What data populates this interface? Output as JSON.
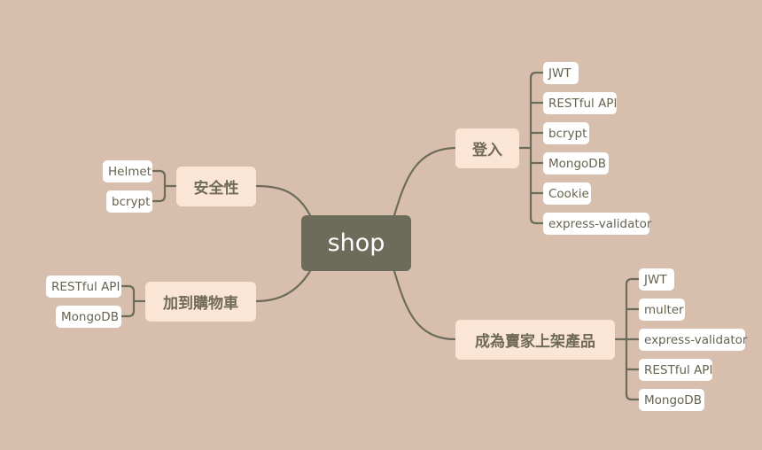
{
  "colors": {
    "background": "#d8bfad",
    "root_fill": "#6d6c5b",
    "main_fill": "#fbe6d6",
    "leaf_fill": "#ffffff",
    "line": "#6d6c5b"
  },
  "root": {
    "label": "shop"
  },
  "branches": [
    {
      "label": "登入",
      "leaves": [
        "JWT",
        "RESTful API",
        "bcrypt",
        "MongoDB",
        "Cookie",
        "express-validator"
      ]
    },
    {
      "label": "成為賣家上架產品",
      "leaves": [
        "JWT",
        "multer",
        "express-validator",
        "RESTful API",
        "MongoDB"
      ]
    },
    {
      "label": "安全性",
      "leaves": [
        "Helmet",
        "bcrypt"
      ]
    },
    {
      "label": "加到購物車",
      "leaves": [
        "RESTful API",
        "MongoDB"
      ]
    }
  ]
}
